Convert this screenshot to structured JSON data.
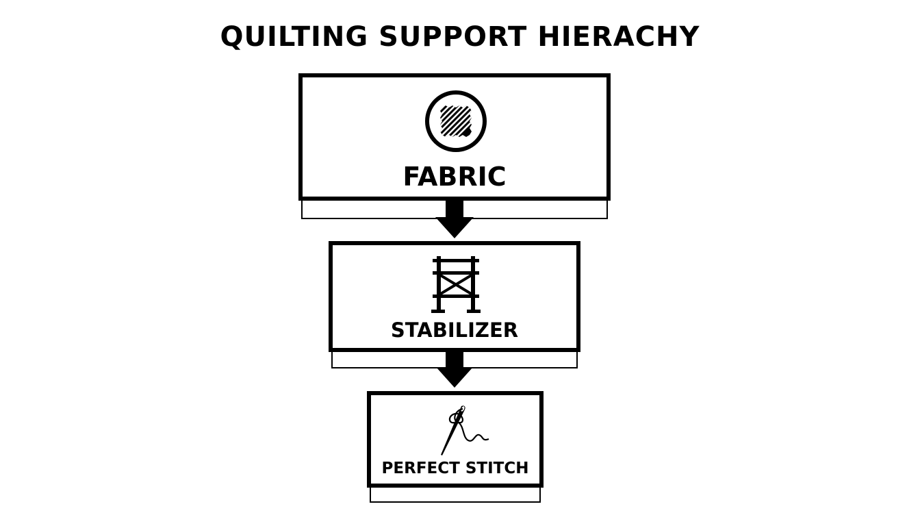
{
  "title": "QUILTING SUPPORT HIERACHY",
  "steps": [
    {
      "label": "FABRIC",
      "icon": "fabric-swatch-icon"
    },
    {
      "label": "STABILIZER",
      "icon": "scaffold-icon"
    },
    {
      "label": "PERFECT STITCH",
      "icon": "needle-thread-icon"
    }
  ],
  "colors": {
    "ink": "#000000",
    "background": "#ffffff"
  }
}
